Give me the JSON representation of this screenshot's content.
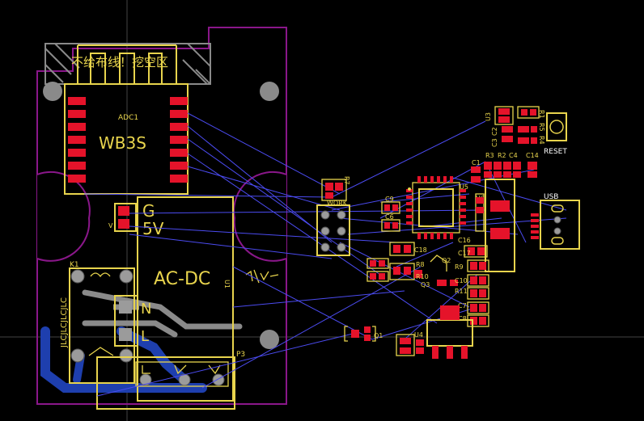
{
  "labels": {
    "keepout": "不给布线！挖空区",
    "module": "ADC1",
    "module_name": "WB3S",
    "pin_g": "G",
    "pin_5v": "5V",
    "pin_v": "V",
    "ac_dc": "AC-DC",
    "u1": "U1",
    "relay": "K1",
    "n_label": "N",
    "l_label": "L",
    "p3": "P3",
    "jlc": "JLCJLCJLCJLC",
    "work": "WORK",
    "r7": "R7",
    "u3": "U3",
    "r1": "R1",
    "r5": "R5",
    "r4": "R4",
    "reset": "RESET",
    "c2": "C2",
    "c3": "C3",
    "r3": "R3",
    "r2": "R2",
    "c4": "C4",
    "c14": "C14",
    "c1": "C1",
    "u5": "U5",
    "u6": "U6",
    "c9": "C9",
    "c6": "C6",
    "usb": "USB",
    "c16": "C16",
    "c18": "C18",
    "r8": "R8",
    "q2": "Q2",
    "r10": "R10",
    "q3": "Q3",
    "r9": "R9",
    "c17": "C17",
    "c10": "C10",
    "r11": "R11",
    "c7": "C7",
    "c8": "C8",
    "u4": "U4",
    "q1": "Q1"
  },
  "colors": {
    "background": "#000000",
    "silkscreen": "#e8d44d",
    "pad": "#e5132a",
    "ratsnest": "#4b4bf0",
    "board_outline": "#8a178a",
    "bottom_copper": "#1e3fae",
    "via": "#9b9b9b"
  }
}
